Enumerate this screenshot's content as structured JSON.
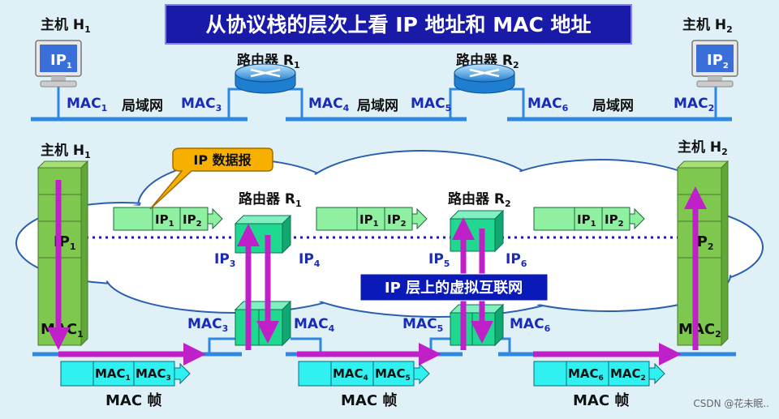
{
  "title": "从协议栈的层次上看 IP 地址和 MAC 地址",
  "top": {
    "host1": {
      "label": "主机 H",
      "sub": "1",
      "ip": "IP",
      "ip_sub": "1"
    },
    "host2": {
      "label": "主机 H",
      "sub": "2",
      "ip": "IP",
      "ip_sub": "2"
    },
    "router1": {
      "label": "路由器 R",
      "sub": "1"
    },
    "router2": {
      "label": "路由器 R",
      "sub": "2"
    },
    "lan": "局域网",
    "macs": [
      {
        "text": "MAC",
        "sub": "1"
      },
      {
        "text": "MAC",
        "sub": "3"
      },
      {
        "text": "MAC",
        "sub": "4"
      },
      {
        "text": "MAC",
        "sub": "5"
      },
      {
        "text": "MAC",
        "sub": "6"
      },
      {
        "text": "MAC",
        "sub": "2"
      }
    ]
  },
  "bottom": {
    "host1": {
      "label": "主机 H",
      "sub": "1",
      "ip": "IP",
      "ip_sub": "1",
      "mac": "MAC",
      "mac_sub": "1"
    },
    "host2": {
      "label": "主机 H",
      "sub": "2",
      "ip": "IP",
      "ip_sub": "2",
      "mac": "MAC",
      "mac_sub": "2"
    },
    "router1": {
      "label": "路由器 R",
      "sub": "1",
      "ip_left": {
        "text": "IP",
        "sub": "3"
      },
      "ip_right": {
        "text": "IP",
        "sub": "4"
      },
      "mac_left": {
        "text": "MAC",
        "sub": "3"
      },
      "mac_right": {
        "text": "MAC",
        "sub": "4"
      }
    },
    "router2": {
      "label": "路由器 R",
      "sub": "2",
      "ip_left": {
        "text": "IP",
        "sub": "5"
      },
      "ip_right": {
        "text": "IP",
        "sub": "6"
      },
      "mac_left": {
        "text": "MAC",
        "sub": "5"
      },
      "mac_right": {
        "text": "MAC",
        "sub": "6"
      }
    },
    "ip_datagram_callout": "IP 数据报",
    "virtual_net_label": "IP 层上的虚拟互联网",
    "ip_packets": [
      {
        "src": "IP",
        "src_sub": "1",
        "dst": "IP",
        "dst_sub": "2"
      },
      {
        "src": "IP",
        "src_sub": "1",
        "dst": "IP",
        "dst_sub": "2"
      },
      {
        "src": "IP",
        "src_sub": "1",
        "dst": "IP",
        "dst_sub": "2"
      }
    ],
    "mac_frames": [
      {
        "src": "MAC",
        "src_sub": "1",
        "dst": "MAC",
        "dst_sub": "3"
      },
      {
        "src": "MAC",
        "src_sub": "4",
        "dst": "MAC",
        "dst_sub": "5"
      },
      {
        "src": "MAC",
        "src_sub": "6",
        "dst": "MAC",
        "dst_sub": "2"
      }
    ],
    "frame_label": "MAC 帧"
  },
  "watermark": "CSDN @花未眠..",
  "colors": {
    "title_bg": "#1a1aa8",
    "ip_text": "#1a2bb8",
    "arrow": "#c020c8",
    "line": "#2f88e0",
    "callout": "#f5b000",
    "stack_green": "#7ec850",
    "router_green": "#20d890",
    "packet_green": "#8ef0a0",
    "frame_cyan": "#30f0f0"
  }
}
